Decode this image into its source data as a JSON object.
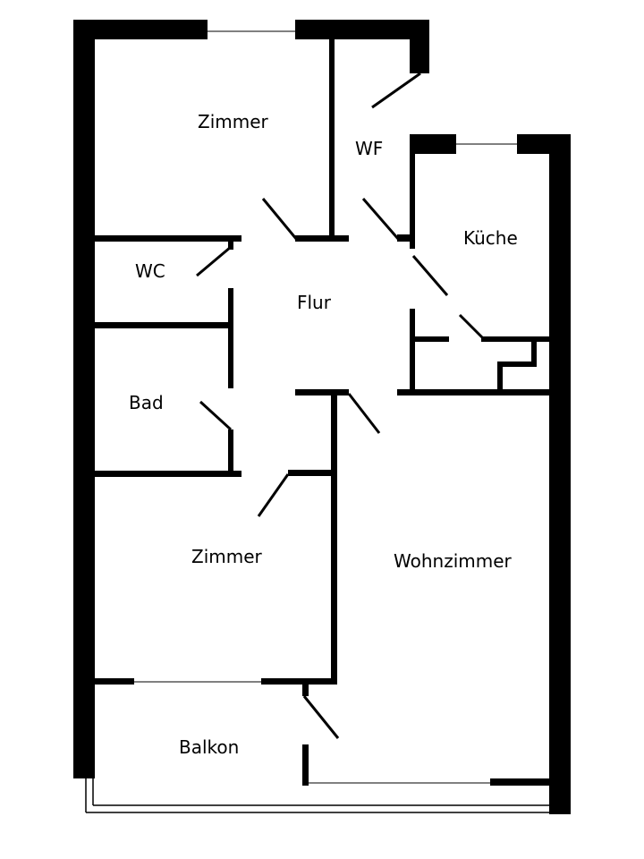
{
  "plan": {
    "colors": {
      "wall": "#000000",
      "background": "#ffffff"
    },
    "rooms": {
      "zimmer_top": "Zimmer",
      "wf": "WF",
      "kueche": "Küche",
      "wc": "WC",
      "flur": "Flur",
      "bad": "Bad",
      "zimmer_bottom": "Zimmer",
      "wohnzimmer": "Wohnzimmer",
      "balkon": "Balkon"
    }
  }
}
